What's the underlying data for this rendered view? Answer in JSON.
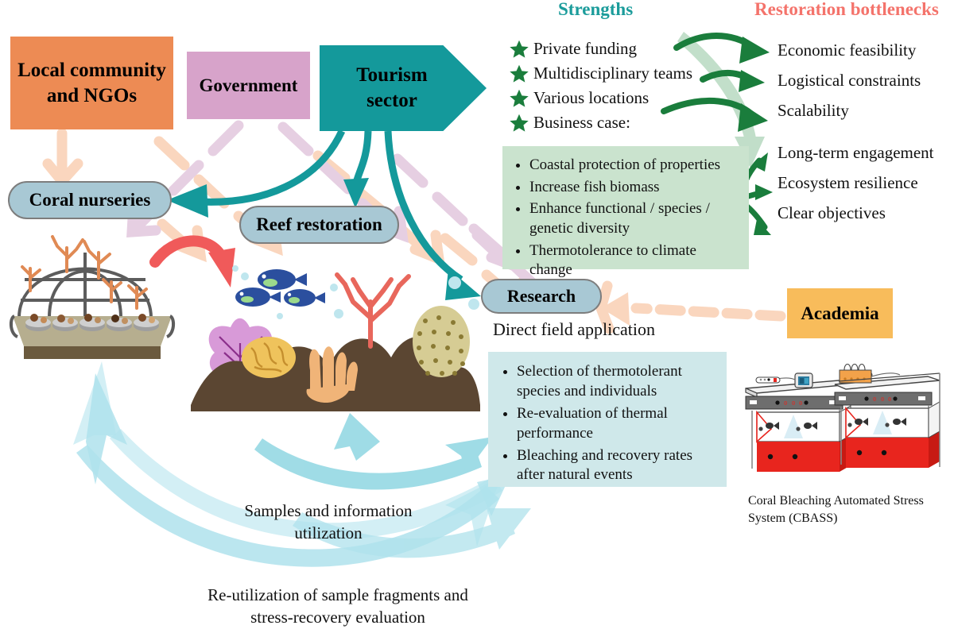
{
  "boxes": {
    "local_community": "Local community\nand NGOs",
    "government": "Government",
    "tourism_sector": "Tourism\nsector",
    "academia": "Academia"
  },
  "nodes": {
    "coral_nurseries": "Coral nurseries",
    "reef_restoration": "Reef restoration",
    "research": "Research"
  },
  "headers": {
    "strengths": "Strengths",
    "bottlenecks": "Restoration bottlenecks"
  },
  "strengths": [
    "Private funding",
    "Multidisciplinary teams",
    "Various locations",
    "Business case:"
  ],
  "business_case": [
    "Coastal protection of properties",
    "Increase fish biomass",
    "Enhance functional / species / genetic diversity",
    "Thermotolerance to climate change"
  ],
  "bottlenecks": [
    "Economic  feasibility",
    "Logistical constraints",
    "Scalability",
    "Long-term engagement",
    "Ecosystem resilience",
    "Clear objectives"
  ],
  "direct_field": {
    "title": "Direct field application",
    "items": [
      "Selection of thermotolerant species and individuals",
      "Re-evaluation of thermal performance",
      "Bleaching and recovery rates after natural events"
    ]
  },
  "cbass_caption": "Coral Bleaching Automated Stress System (CBASS)",
  "captions": {
    "samples": "Samples and information utilization",
    "reuse": "Re-utilization of sample fragments and stress-recovery evaluation"
  },
  "colors": {
    "orange_box": "#ED8B54",
    "pink_box": "#D7A3CA",
    "teal_box": "#14999B",
    "amber_box": "#F8BC5B",
    "pill_blue": "#A8C8D4",
    "green_box": "#CAE3CE",
    "blue_box": "#CFE8EA",
    "strengths_title": "#1B9C9B",
    "bottlenecks_title": "#F4736B",
    "green_arrow": "#1A7D3C",
    "green_arrow_faded": "#A9D3B2",
    "teal_arrow": "#14999B",
    "red_arrow": "#F05A5A",
    "lightblue_arrow": "#AFE2EC",
    "peach_arrow": "#FAD6BE",
    "lavender_arrow": "#E6CFE2",
    "reef_brown": "#5B4632",
    "cbass_red": "#E8251E"
  },
  "icons": {
    "star": "star-icon",
    "fish": "fish-icon",
    "coral": "coral-icon",
    "nursery_frame": "nursery-dome-icon",
    "cbass": "cbass-apparatus-icon"
  }
}
